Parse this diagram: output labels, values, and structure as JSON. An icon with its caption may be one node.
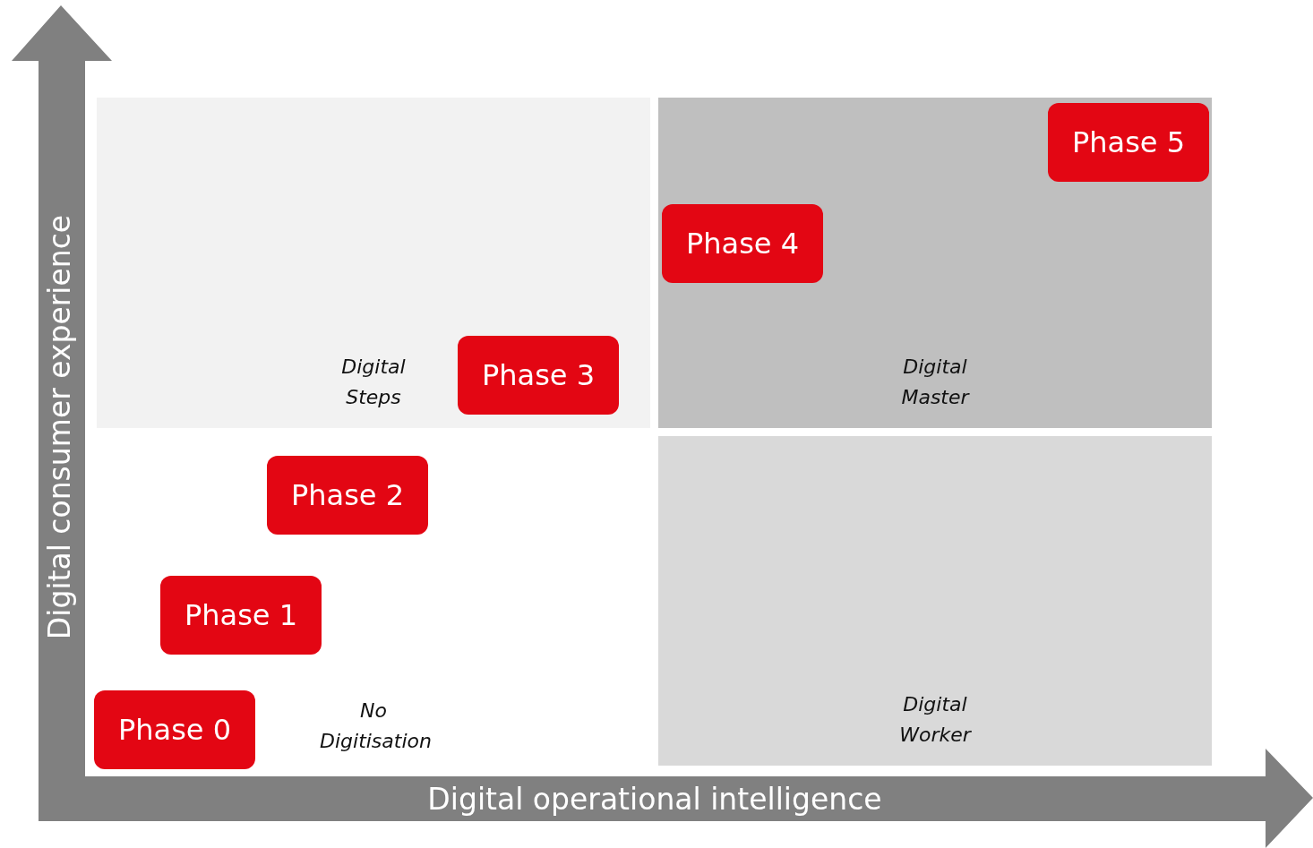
{
  "diagram": {
    "nodes": [
      {
        "text": [
          "Digital Steps"
        ]
      },
      {
        "text": [
          "Digital Master"
        ]
      },
      {
        "text": [
          "Phase 5"
        ],
        "in": 1
      },
      {
        "text": [
          "Phase 4"
        ],
        "in": 1
      },
      {
        "text": [
          "Phase 3"
        ],
        "in": 0
      },
      {
        "text": [
          "Phase 2"
        ]
      },
      {
        "text": [
          "Phase 1"
        ]
      },
      {
        "text": [
          "Phase 0"
        ]
      },
      {
        "text": [
          "Digital Worker"
        ]
      }
    ],
    "edges": [],
    "labels": [
      "Digital consumer experience",
      "No Digitisation",
      "Digital operational intelligence"
    ]
  }
}
